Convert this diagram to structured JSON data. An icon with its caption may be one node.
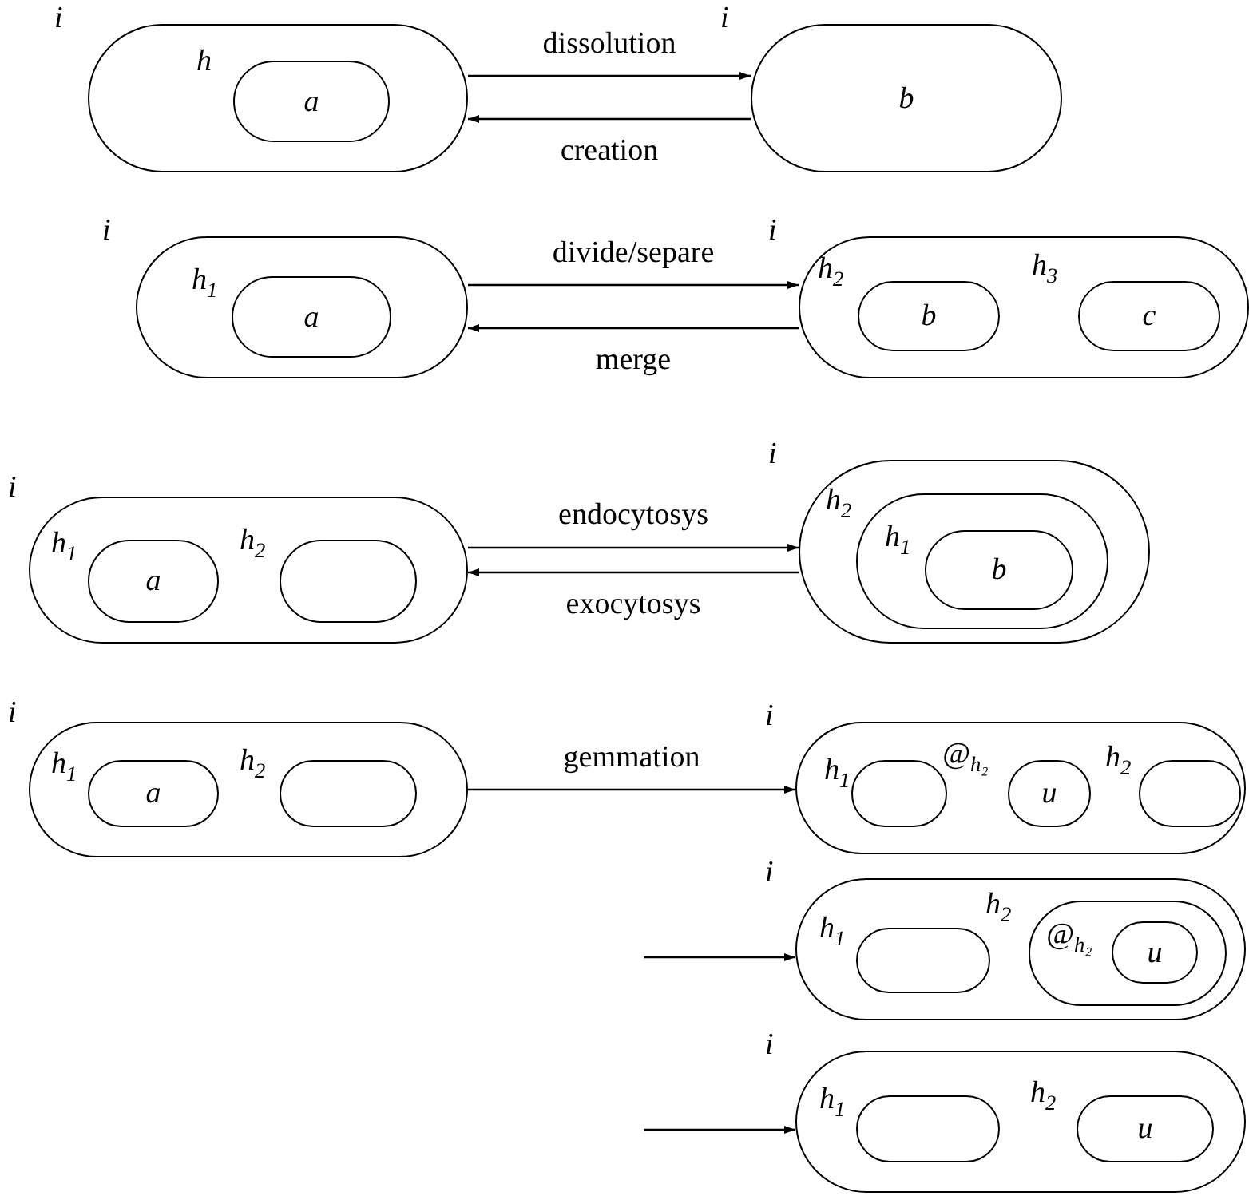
{
  "diagram": {
    "nodes": [
      {
        "text": [
          "i"
        ]
      },
      {
        "text": [
          "h",
          "a"
        ],
        "in": 0
      },
      {
        "text": [
          "i",
          "b"
        ]
      },
      {
        "text": [
          "i"
        ]
      },
      {
        "text": [
          "h$_{1}$",
          "a"
        ],
        "in": 3
      },
      {
        "text": [
          "i"
        ]
      },
      {
        "text": [
          "h$_{2}$",
          "b"
        ],
        "in": 5
      },
      {
        "text": [
          "h$_{3}$",
          "c"
        ],
        "in": 5
      },
      {
        "text": [
          "i"
        ]
      },
      {
        "text": [
          "h$_{1}$",
          "a"
        ],
        "in": 8
      },
      {
        "text": [
          "h$_{2}$"
        ],
        "in": 8
      },
      {
        "text": [
          "i"
        ]
      },
      {
        "text": [
          "h$_{2}$"
        ],
        "in": 11
      },
      {
        "text": [
          "h$_{1}$",
          "b"
        ],
        "in": 12
      },
      {
        "text": [
          "i"
        ]
      },
      {
        "text": [
          "h$_{1}$",
          "a"
        ],
        "in": 14
      },
      {
        "text": [
          "h$_{2}$"
        ],
        "in": 14
      },
      {
        "text": [
          "i"
        ]
      },
      {
        "text": [
          "h$_{1}$"
        ],
        "in": 17
      },
      {
        "text": [
          "@$_{h₂}$",
          "u"
        ],
        "in": 17
      },
      {
        "text": [
          "h$_{2}$"
        ],
        "in": 17
      },
      {
        "text": [
          "i"
        ]
      },
      {
        "text": [
          "h$_{1}$"
        ],
        "in": 21
      },
      {
        "text": [
          "h$_{2}$"
        ],
        "in": 21
      },
      {
        "text": [
          "@$_{h₂}$",
          "u"
        ],
        "in": 23
      },
      {
        "text": [
          "i"
        ]
      },
      {
        "text": [
          "h$_{1}$"
        ],
        "in": 25
      },
      {
        "text": [
          "h$_{2}$",
          "u"
        ],
        "in": 25
      }
    ],
    "edges": [
      {
        "from": 0,
        "to": 2,
        "arrow": "to",
        "label": "dissolution"
      },
      {
        "from": 2,
        "to": 0,
        "arrow": "to",
        "label": "creation"
      },
      {
        "from": 3,
        "to": 5,
        "arrow": "to",
        "label": "divide/separe"
      },
      {
        "from": 5,
        "to": 3,
        "arrow": "to",
        "label": "merge"
      },
      {
        "from": 8,
        "to": 11,
        "arrow": "to",
        "label": "endocytosys"
      },
      {
        "from": 11,
        "to": 8,
        "arrow": "to",
        "label": "exocytosys"
      },
      {
        "from": 14,
        "to": 17,
        "arrow": "to",
        "label": "gemmation"
      },
      {
        "from": null,
        "to": 21,
        "arrow": "to"
      },
      {
        "from": null,
        "to": 25,
        "arrow": "to"
      }
    ]
  }
}
